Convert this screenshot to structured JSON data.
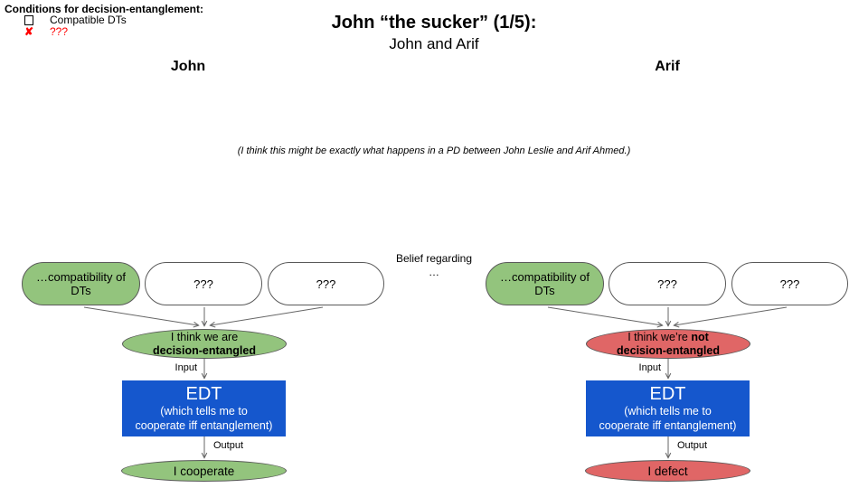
{
  "slide": {
    "title": "John “the sucker” (1/5):",
    "subtitle": "John and Arif",
    "note": "(I think this might be exactly what happens in a PD between John Leslie and Arif Ahmed.)",
    "belief_label_line1": "Belief regarding",
    "belief_label_line2": "…"
  },
  "legend": {
    "title": "Conditions for decision-entanglement:",
    "items": [
      {
        "icon": "checkbox-icon",
        "label": "Compatible DTs"
      },
      {
        "icon": "red-cross-icon",
        "mark": "✘",
        "label": "???",
        "color": "#ff0000"
      }
    ]
  },
  "colors": {
    "green": "#93c47d",
    "red": "#e06666",
    "blue": "#1557cd",
    "shape_border": "#595959",
    "arrow": "#666666",
    "legend_red": "#ff0000"
  },
  "diagrams": {
    "john": {
      "header": "John",
      "factors": [
        "…compatibility of DTs",
        "???",
        "???"
      ],
      "belief": {
        "line1": "I think we are",
        "line1_bold": "",
        "line2": "decision-entangled"
      },
      "input_label": "Input",
      "dt_box": {
        "name": "EDT",
        "sub1": "(which tells me to",
        "sub2": "cooperate iff entanglement)"
      },
      "output_label": "Output",
      "action": "I cooperate"
    },
    "arif": {
      "header": "Arif",
      "factors": [
        "…compatibility of DTs",
        "???",
        "???"
      ],
      "belief": {
        "line1": "I think we’re ",
        "line1_bold": "not",
        "line2": "decision-entangled"
      },
      "input_label": "Input",
      "dt_box": {
        "name": "EDT",
        "sub1": "(which tells me to",
        "sub2": "cooperate iff entanglement)"
      },
      "output_label": "Output",
      "action": "I defect"
    }
  }
}
